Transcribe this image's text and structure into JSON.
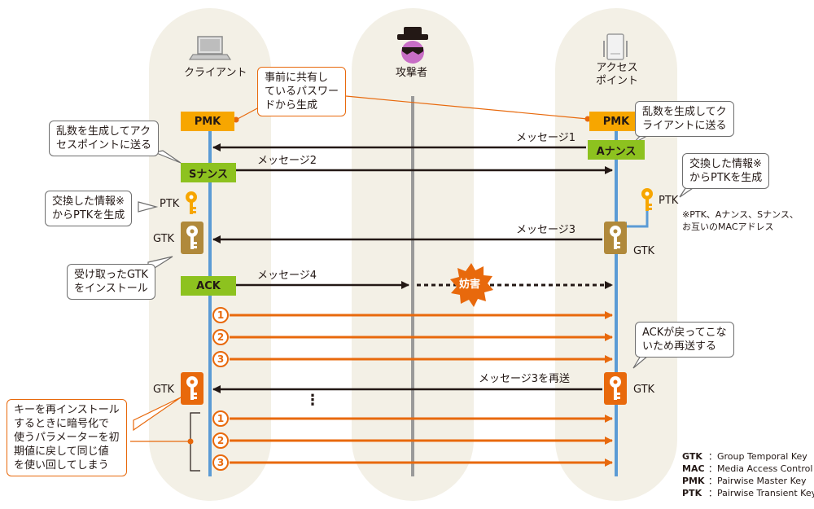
{
  "actors": {
    "client": "クライアント",
    "attacker": "攻撃者",
    "ap": "アクセス\nポイント"
  },
  "boxes": {
    "pmk_client": "PMK",
    "pmk_ap": "PMK",
    "anonce": "Aナンス",
    "snonce": "Sナンス",
    "ack": "ACK"
  },
  "messages": {
    "m1": "メッセージ1",
    "m2": "メッセージ2",
    "m3": "メッセージ3",
    "m4": "メッセージ4",
    "m3_resend": "メッセージ3を再送",
    "block": "妨害",
    "dots": "⋮"
  },
  "keys": {
    "ptk_client": "PTK",
    "gtk_client": "GTK",
    "ptk_ap": "PTK",
    "gtk_ap": "GTK",
    "gtk_client2": "GTK",
    "gtk_ap2": "GTK"
  },
  "callouts": {
    "shared_password": "事前に共有し\nているパスワー\nドから生成",
    "ap_random": "乱数を生成してク\nライアントに送る",
    "client_random": "乱数を生成してアク\nセスポイントに送る",
    "client_ptk": "交換した情報※\nからPTKを生成",
    "ap_ptk": "交換した情報※\nからPTKを生成",
    "install_gtk": "受け取ったGTK\nをインストール",
    "resend": "ACKが戻ってこな\nいため再送する",
    "reinstall": "キーを再インストール\nするときに暗号化で\n使うパラメーターを初\n期値に戻して同じ値\nを使い回してしまう"
  },
  "note": "※PTK、Aナンス、Sナンス、\nお互いのMACアドレス",
  "numbers": [
    "1",
    "2",
    "3",
    "1",
    "2",
    "3"
  ],
  "legend": [
    {
      "abbr": "GTK",
      "full": "：Group Temporal Key"
    },
    {
      "abbr": "MAC",
      "full": "：Media Access Control"
    },
    {
      "abbr": "PMK",
      "full": "：Pairwise Master Key"
    },
    {
      "abbr": "PTK",
      "full": "：Pairwise Transient Key"
    }
  ],
  "colors": {
    "pmk": "#f7a600",
    "nonce": "#8dc21f",
    "arrow_orange": "#e8690c",
    "lifeline_blue": "#5b9bd5",
    "lane_bg": "#f3f0e6",
    "key_gold": "#b0893b"
  }
}
